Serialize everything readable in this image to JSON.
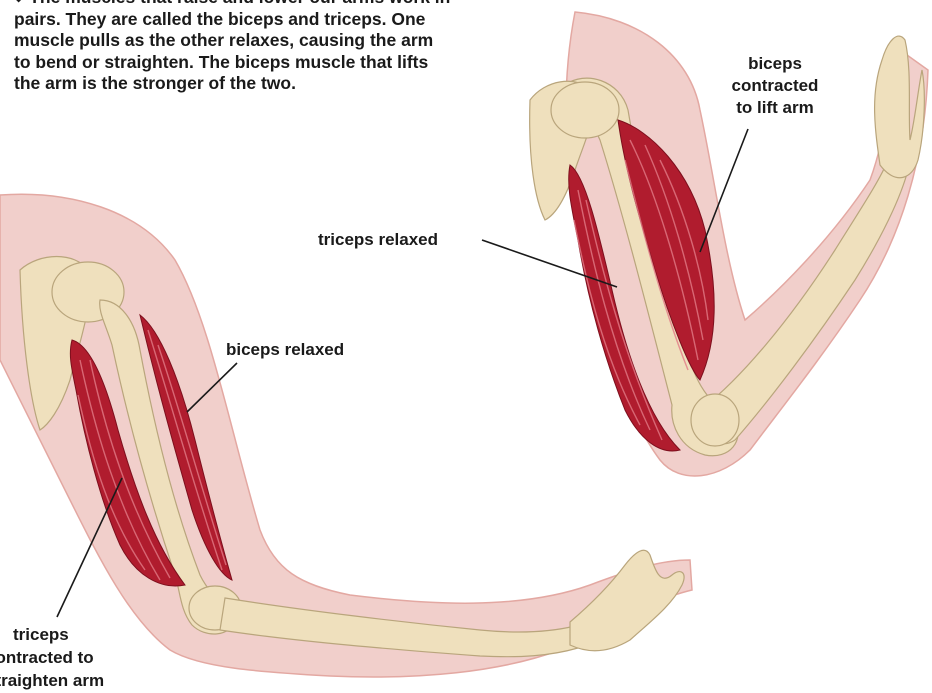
{
  "intro_text": "The muscles that raise and lower our arms work in pairs. They are called the biceps and triceps. One muscle pulls as the other relaxes, causing the arm to bend or straighten. The biceps muscle that lifts the arm is the stronger of the two.",
  "bullet_glyph": "◆",
  "labels": {
    "biceps_contracted": [
      "biceps",
      "contracted",
      "to lift arm"
    ],
    "triceps_relaxed": "triceps relaxed",
    "biceps_relaxed": "biceps relaxed",
    "triceps_contracted": [
      "triceps",
      "contracted to",
      "straighten arm"
    ]
  },
  "colors": {
    "skin": "#f1cfcb",
    "skin_edge": "#e3a8a2",
    "bone": "#efe0bd",
    "bone_edge": "#b9a57c",
    "muscle": "#b01c2e",
    "muscle_fiber": "#e27a86",
    "leader_line": "#1a1a1a"
  }
}
